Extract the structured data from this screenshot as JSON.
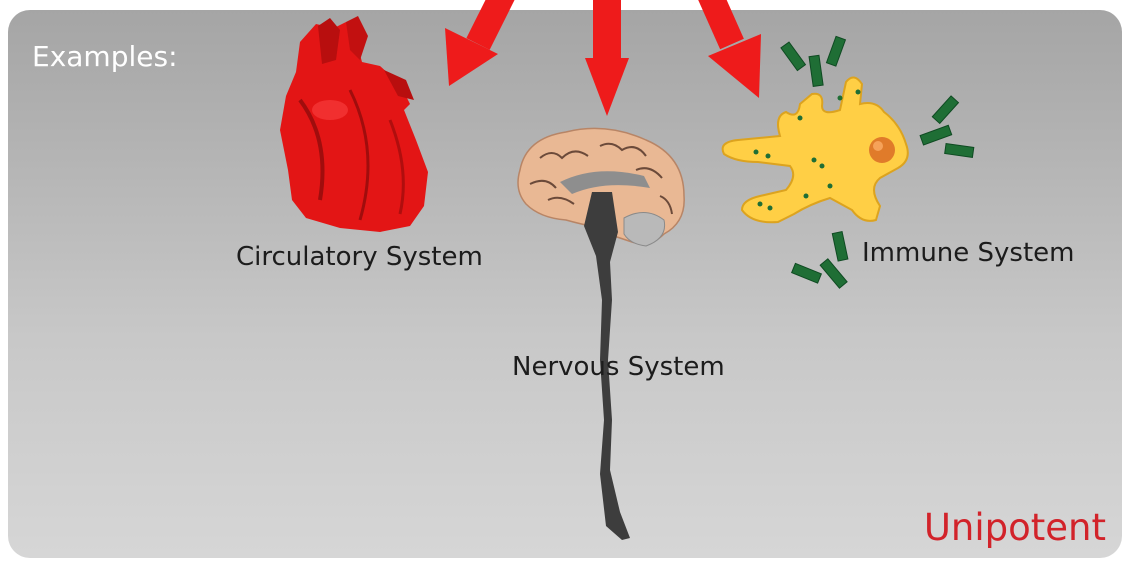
{
  "examples_label": "Examples:",
  "systems": {
    "circulatory": "Circulatory System",
    "nervous": "Nervous System",
    "immune": "Immune System"
  },
  "potency_label": "Unipotent",
  "colors": {
    "arrow": "#ee1b1b",
    "heart": "#e31515",
    "brain": "#e9b894",
    "spinal_cord": "#3d3d3d",
    "cell": "#ffcf45",
    "antibody": "#1f6e35",
    "potency_text": "#d2232a"
  },
  "icons": [
    "heart-icon",
    "brain-icon",
    "spinal-cord-icon",
    "immune-cell-icon",
    "antibody-icon"
  ]
}
